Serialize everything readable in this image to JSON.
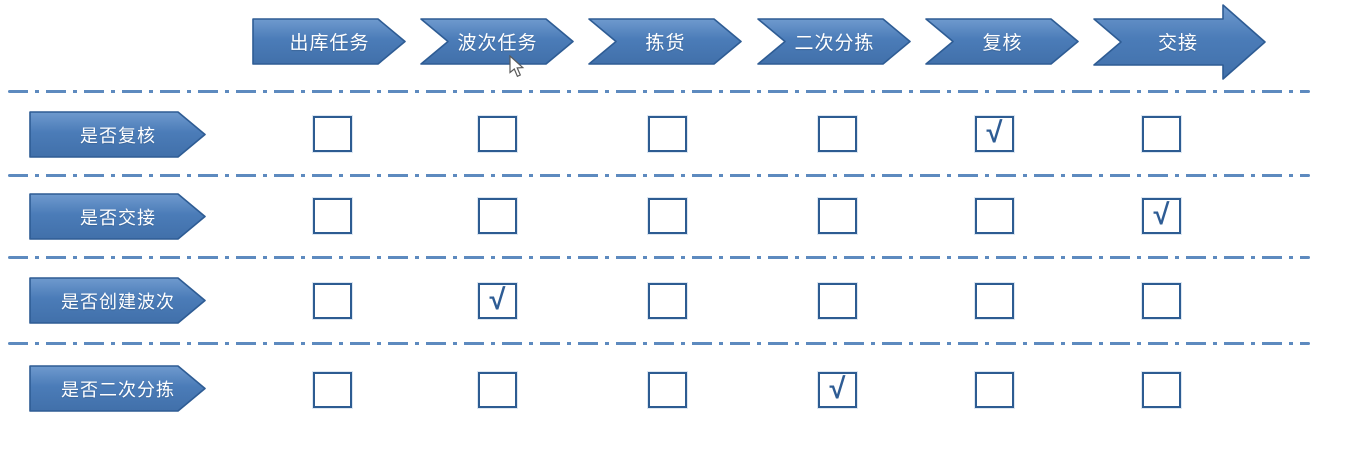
{
  "colors": {
    "background": "#ffffff",
    "shape_fill_top": "#6f9ace",
    "shape_fill_mid": "#4b7cb8",
    "shape_fill_bottom": "#4170aa",
    "shape_border": "#2e5c94",
    "shape_text": "#ffffff",
    "checkbox_border": "#2d5c92",
    "check_mark": "#2e5c94",
    "dash_line": "#5d8abf"
  },
  "process_flow": {
    "steps": [
      {
        "label": "出库任务"
      },
      {
        "label": "波次任务"
      },
      {
        "label": "拣货"
      },
      {
        "label": "二次分拣"
      },
      {
        "label": "复核"
      },
      {
        "label": "交接"
      }
    ]
  },
  "matrix": {
    "check_glyph": "√",
    "rows": [
      {
        "label": "是否复核",
        "checks": [
          false,
          false,
          false,
          false,
          true,
          false
        ]
      },
      {
        "label": "是否交接",
        "checks": [
          false,
          false,
          false,
          false,
          false,
          true
        ]
      },
      {
        "label": "是否创建波次",
        "checks": [
          false,
          true,
          false,
          false,
          false,
          false
        ]
      },
      {
        "label": "是否二次分拣",
        "checks": [
          false,
          false,
          false,
          true,
          false,
          false
        ]
      }
    ]
  },
  "icons": {
    "cursor": "mouse-pointer"
  }
}
